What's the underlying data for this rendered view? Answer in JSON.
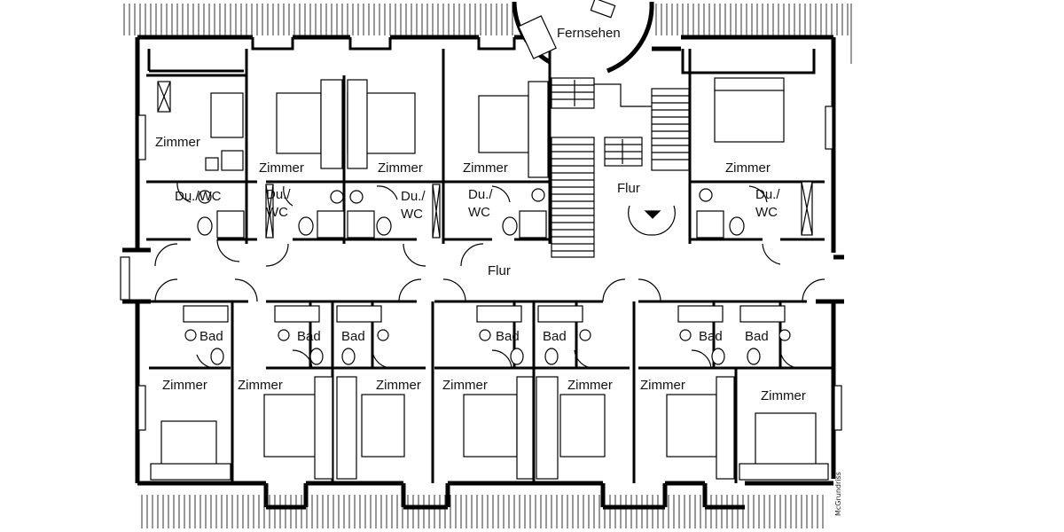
{
  "rooms": {
    "tv": "Fernsehen",
    "zimmer": "Zimmer",
    "flur": "Flur",
    "du_wc_single": "Du./WC",
    "du_line1": "Du./",
    "wc_line2": "WC",
    "bad": "Bad"
  },
  "watermark": "McGrundriss"
}
